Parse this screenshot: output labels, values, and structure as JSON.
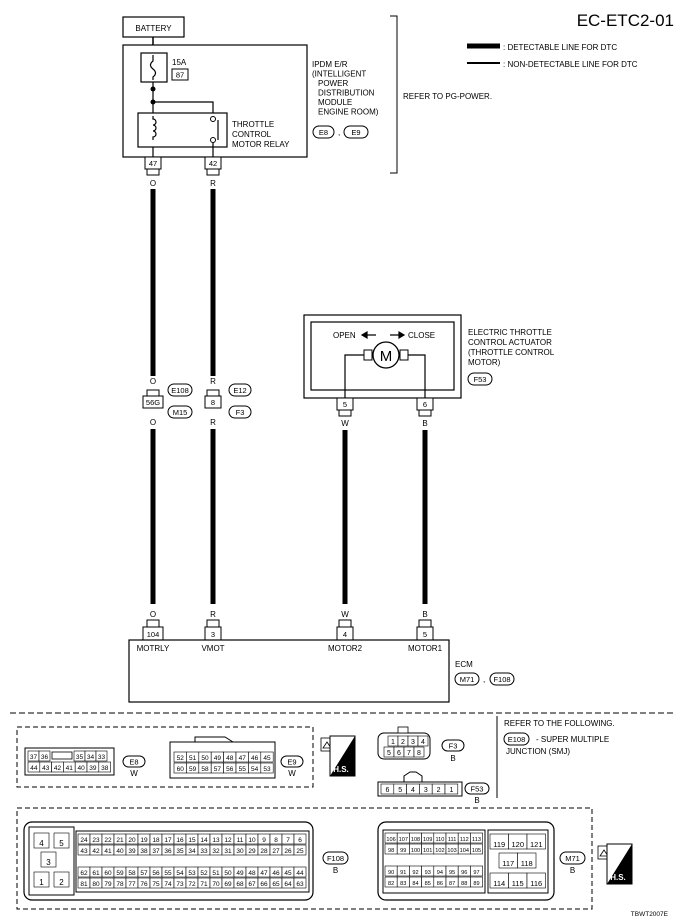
{
  "page_code": "EC-ETC2-01",
  "figure_code": "TBWT2007E",
  "legend": {
    "detectable": ": DETECTABLE LINE FOR DTC",
    "non_detectable": ": NON-DETECTABLE LINE FOR DTC"
  },
  "battery": "BATTERY",
  "fuse": {
    "rating": "15A",
    "number": "87"
  },
  "ipdm": {
    "lines": [
      "IPDM E/R",
      "(INTELLIGENT",
      "POWER",
      "DISTRIBUTION",
      "MODULE",
      "ENGINE ROOM)"
    ],
    "connectors": [
      "E8",
      "E9"
    ],
    "sep": ","
  },
  "relay_lines": [
    "THROTTLE",
    "CONTROL",
    "MOTOR RELAY"
  ],
  "refer_pg": "REFER TO PG-POWER.",
  "ipdm_terminals": [
    "47",
    "42"
  ],
  "wire_colors": {
    "o": "O",
    "r": "R",
    "w": "W",
    "b": "B"
  },
  "junction": {
    "left_terminal": "56G",
    "right_terminal": "8",
    "left_conn_top": "E108",
    "left_conn_bottom": "M15",
    "right_conn_top": "E12",
    "right_conn_bottom": "F3"
  },
  "actuator": {
    "open": "OPEN",
    "close": "CLOSE",
    "motor": "M",
    "lines": [
      "ELECTRIC THROTTLE",
      "CONTROL ACTUATOR",
      "(THROTTLE CONTROL",
      "MOTOR)"
    ],
    "connector": "F53",
    "terminals": [
      "5",
      "6"
    ]
  },
  "ecm": {
    "label": "ECM",
    "terminals": [
      "104",
      "3",
      "4",
      "5"
    ],
    "names": [
      "MOTRLY",
      "VMOT",
      "MOTOR2",
      "MOTOR1"
    ],
    "connectors": [
      "M71",
      "F108"
    ],
    "sep": ","
  },
  "connector_views": {
    "e8_top": [
      "37",
      "36",
      "35",
      "34",
      "33"
    ],
    "e8_bottom": [
      "44",
      "43",
      "42",
      "41",
      "40",
      "39",
      "38"
    ],
    "e8_name": "E8",
    "e8_color": "W",
    "e9_top": [
      "52",
      "51",
      "50",
      "49",
      "48",
      "47",
      "46",
      "45"
    ],
    "e9_bottom": [
      "60",
      "59",
      "58",
      "57",
      "56",
      "55",
      "54",
      "53"
    ],
    "e9_name": "E9",
    "e9_color": "W",
    "hs": "H.S.",
    "f3_top": [
      "1",
      "2",
      "3",
      "4"
    ],
    "f3_bottom": [
      "5",
      "6",
      "7",
      "8"
    ],
    "f3_name": "F3",
    "f3_color": "B",
    "f53_pins": [
      "6",
      "5",
      "4",
      "3",
      "2",
      "1"
    ],
    "f53_name": "F53",
    "f53_color": "B",
    "refer_following": "REFER TO THE FOLLOWING.",
    "e108_note_conn": "E108",
    "e108_note_lines": [
      "- SUPER MULTIPLE",
      "JUNCTION (SMJ)"
    ],
    "f108_left": [
      "4",
      "5",
      "3",
      "1",
      "2"
    ],
    "f108_row1": [
      "24",
      "23",
      "22",
      "21",
      "20",
      "19",
      "18",
      "17",
      "16",
      "15",
      "14",
      "13",
      "12",
      "11",
      "10",
      "9",
      "8",
      "7",
      "6"
    ],
    "f108_row2": [
      "43",
      "42",
      "41",
      "40",
      "39",
      "38",
      "37",
      "36",
      "35",
      "34",
      "33",
      "32",
      "31",
      "30",
      "29",
      "28",
      "27",
      "26",
      "25"
    ],
    "f108_row3": [
      "62",
      "61",
      "60",
      "59",
      "58",
      "57",
      "56",
      "55",
      "54",
      "53",
      "52",
      "51",
      "50",
      "49",
      "48",
      "47",
      "46",
      "45",
      "44"
    ],
    "f108_row4": [
      "81",
      "80",
      "79",
      "78",
      "77",
      "76",
      "75",
      "74",
      "73",
      "72",
      "71",
      "70",
      "69",
      "68",
      "67",
      "66",
      "65",
      "64",
      "63"
    ],
    "f108_name": "F108",
    "f108_color": "B",
    "m71_row1": [
      "106",
      "107",
      "108",
      "109",
      "110",
      "111",
      "112",
      "113"
    ],
    "m71_row2": [
      "98",
      "99",
      "100",
      "101",
      "102",
      "103",
      "104",
      "105"
    ],
    "m71_row3": [
      "90",
      "91",
      "92",
      "93",
      "94",
      "95",
      "96",
      "97"
    ],
    "m71_row4": [
      "82",
      "83",
      "84",
      "85",
      "86",
      "87",
      "88",
      "89"
    ],
    "m71_right_top": [
      "119",
      "120",
      "121"
    ],
    "m71_right_mid": [
      "117",
      "118"
    ],
    "m71_right_bot": [
      "114",
      "115",
      "116"
    ],
    "m71_name": "M71",
    "m71_color": "B"
  }
}
